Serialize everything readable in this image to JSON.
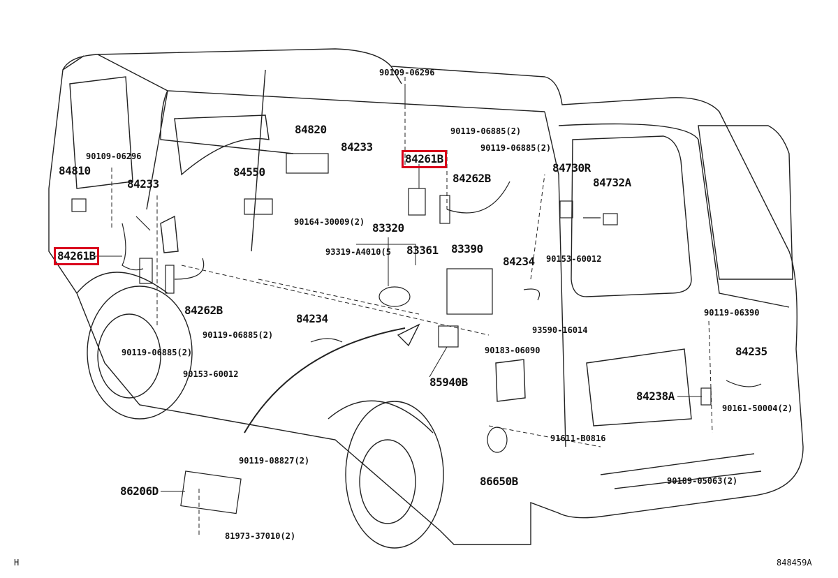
{
  "diagram": {
    "highlight_color": "#d9001b",
    "labels": [
      "90109-06296",
      "90119-06885(2)",
      "84820",
      "84233",
      "84261B",
      "90119-06885(2)",
      "90109-06296",
      "84810",
      "84233",
      "84550",
      "84262B",
      "84730R",
      "84732A",
      "90164-30009(2)",
      "83320",
      "84261B",
      "93319-A4010(5",
      "83361",
      "83390",
      "84234",
      "90153-60012",
      "84262B",
      "84234",
      "90119-06885(2)",
      "93590-16014",
      "90119-06390",
      "90183-06090",
      "90119-06885(2)",
      "84235",
      "90153-60012",
      "85940B",
      "84238A",
      "90161-50004(2)",
      "91611-B0816",
      "90119-08827(2)",
      "86206D",
      "86650B",
      "90189-05063(2)",
      "81973-37010(2)"
    ],
    "highlighted_labels": [
      4,
      15
    ],
    "corner_left": "H",
    "corner_right": "848459A"
  }
}
